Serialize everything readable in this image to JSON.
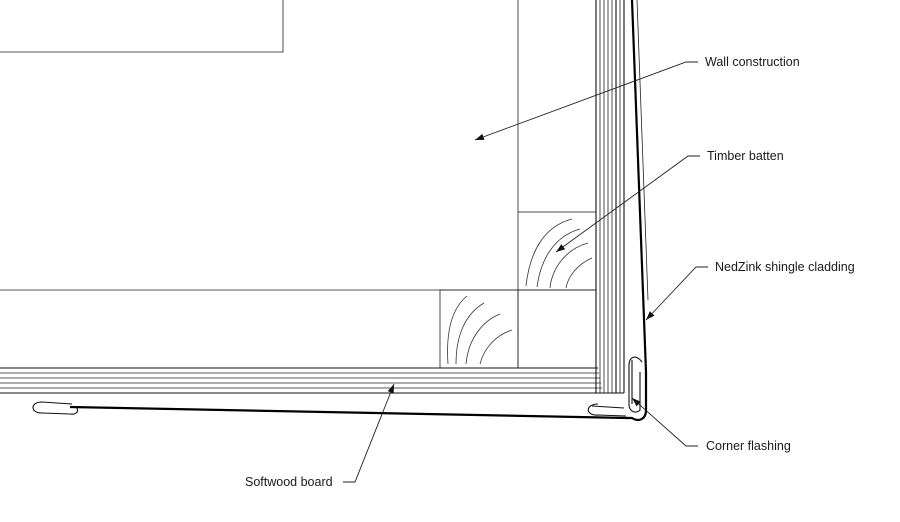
{
  "labels": {
    "wall_construction": "Wall construction",
    "timber_batten": "Timber batten",
    "shingle_cladding": "NedZink shingle cladding",
    "corner_flashing": "Corner flashing",
    "softwood_board": "Softwood board"
  }
}
